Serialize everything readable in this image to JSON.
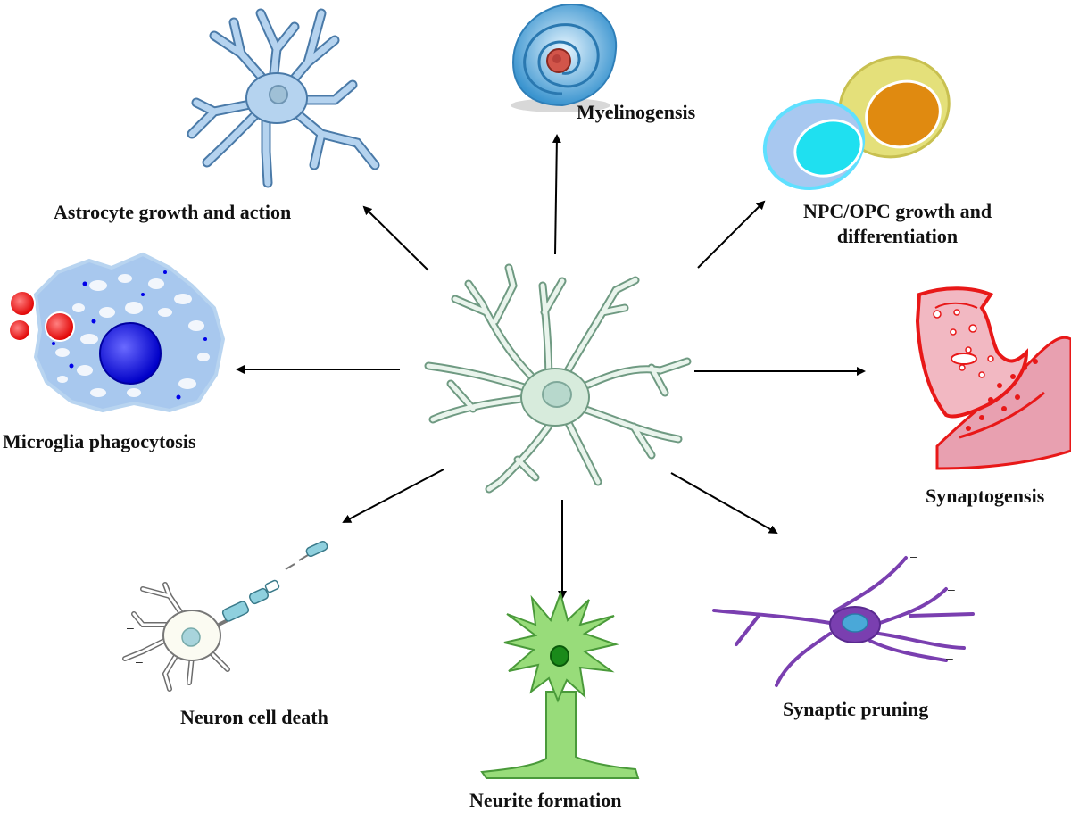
{
  "labels": {
    "astrocyte": "Astrocyte growth and action",
    "myelin": "Myelinogensis",
    "npc_line1": "NPC/OPC growth and",
    "npc_line2": "differentiation",
    "microglia": "Microglia phagocytosis",
    "synaptogenesis": "Synaptogensis",
    "neuron_death": "Neuron cell death",
    "neurite": "Neurite formation",
    "pruning": "Synaptic pruning"
  },
  "minus_sign": "–",
  "colors": {
    "center_cell": "#cfe6d6",
    "center_stroke": "#6f9a82",
    "astrocyte": "#b5d3ef",
    "astrocyte_stroke": "#4a7aa8",
    "myelin": "#5aaad8",
    "opc_outer": "#e4e07a",
    "opc_inner": "#e08a10",
    "npc_outer": "#a8c8f0",
    "npc_inner": "#1fe0f0",
    "microglia": "#a8c8ee",
    "microglia_nucleus": "#0000e8",
    "phagocytosed": "#e81818",
    "synapse": "#e81818",
    "neurite": "#98dc7a",
    "pruning": "#7a3fb0",
    "arrow": "#000000"
  }
}
